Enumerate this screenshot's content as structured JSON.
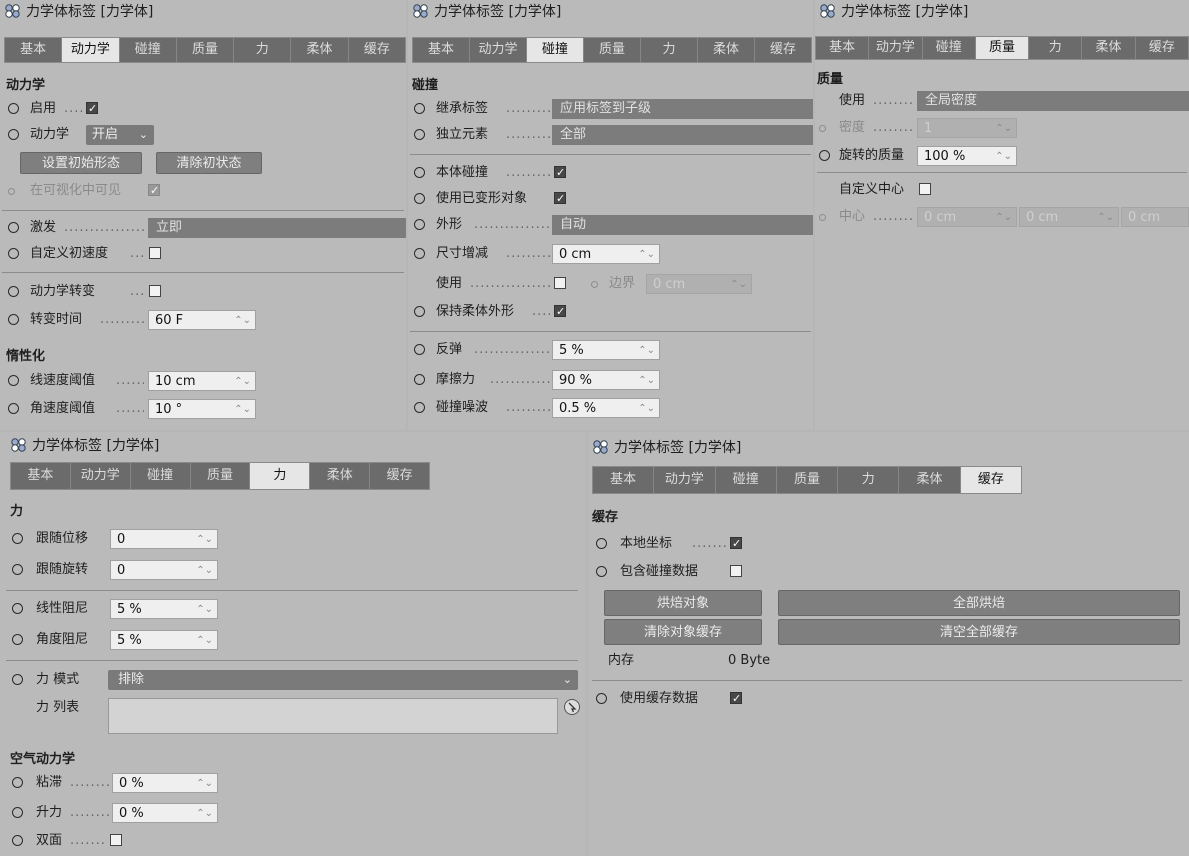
{
  "title": "力学体标签 [力学体]",
  "tabs": [
    "基本",
    "动力学",
    "碰撞",
    "质量",
    "力",
    "柔体",
    "缓存"
  ],
  "dynamics": {
    "section": "动力学",
    "enabled_label": "启用",
    "dynamics_label": "动力学",
    "dynamics_value": "开启",
    "set_initial": "设置初始形态",
    "clear_initial": "清除初状态",
    "visible_label": "在可视化中可见",
    "trigger_label": "激发",
    "trigger_value": "立即",
    "custom_velocity_label": "自定义初速度",
    "transition_label": "动力学转变",
    "transition_time_label": "转变时间",
    "transition_time_value": "60 F",
    "inertia_section": "惰性化",
    "linear_threshold_label": "线速度阈值",
    "linear_threshold_value": "10 cm",
    "angular_threshold_label": "角速度阈值",
    "angular_threshold_value": "10 °"
  },
  "collision": {
    "section": "碰撞",
    "inherit_label": "继承标签",
    "inherit_value": "应用标签到子级",
    "individual_label": "独立元素",
    "individual_value": "全部",
    "self_collision_label": "本体碰撞",
    "use_deformed_label": "使用已变形对象",
    "shape_label": "外形",
    "shape_value": "自动",
    "size_inc_label": "尺寸增减",
    "size_inc_value": "0 cm",
    "use_label": "使用",
    "margin_label": "边界",
    "margin_value": "0 cm",
    "keep_soft_label": "保持柔体外形",
    "bounce_label": "反弹",
    "bounce_value": "5 %",
    "friction_label": "摩擦力",
    "friction_value": "90 %",
    "noise_label": "碰撞噪波",
    "noise_value": "0.5 %"
  },
  "mass": {
    "section": "质量",
    "use_label": "使用",
    "use_value": "全局密度",
    "density_label": "密度",
    "density_value": "1",
    "rot_mass_label": "旋转的质量",
    "rot_mass_value": "100 %",
    "custom_center_label": "自定义中心",
    "center_label": "中心",
    "center_x": "0 cm",
    "center_y": "0 cm",
    "center_z": "0 cm"
  },
  "force": {
    "section": "力",
    "follow_pos_label": "跟随位移",
    "follow_pos_value": "0",
    "follow_rot_label": "跟随旋转",
    "follow_rot_value": "0",
    "linear_damp_label": "线性阻尼",
    "linear_damp_value": "5 %",
    "angular_damp_label": "角度阻尼",
    "angular_damp_value": "5 %",
    "force_mode_label": "力 模式",
    "force_mode_value": "排除",
    "force_list_label": "力 列表",
    "aero_section": "空气动力学",
    "drag_label": "粘滞",
    "drag_value": "0 %",
    "lift_label": "升力",
    "lift_value": "0 %",
    "two_sided_label": "双面"
  },
  "cache": {
    "section": "缓存",
    "local_coords_label": "本地坐标",
    "include_collision_label": "包含碰撞数据",
    "bake_object": "烘焙对象",
    "bake_all": "全部烘焙",
    "clear_object_cache": "清除对象缓存",
    "clear_all_cache": "清空全部缓存",
    "memory_label": "内存",
    "memory_value": "0 Byte",
    "use_cache_label": "使用缓存数据"
  },
  "icons": {
    "title": "rigid-body-tag-icon",
    "spin": "stepper-icon",
    "dropdown": "chevron-down-icon",
    "pick": "pick-arrow-icon"
  },
  "glyphs": {
    "spin": "⌃⌄",
    "caret": "⌄",
    "dots": "......................................"
  }
}
